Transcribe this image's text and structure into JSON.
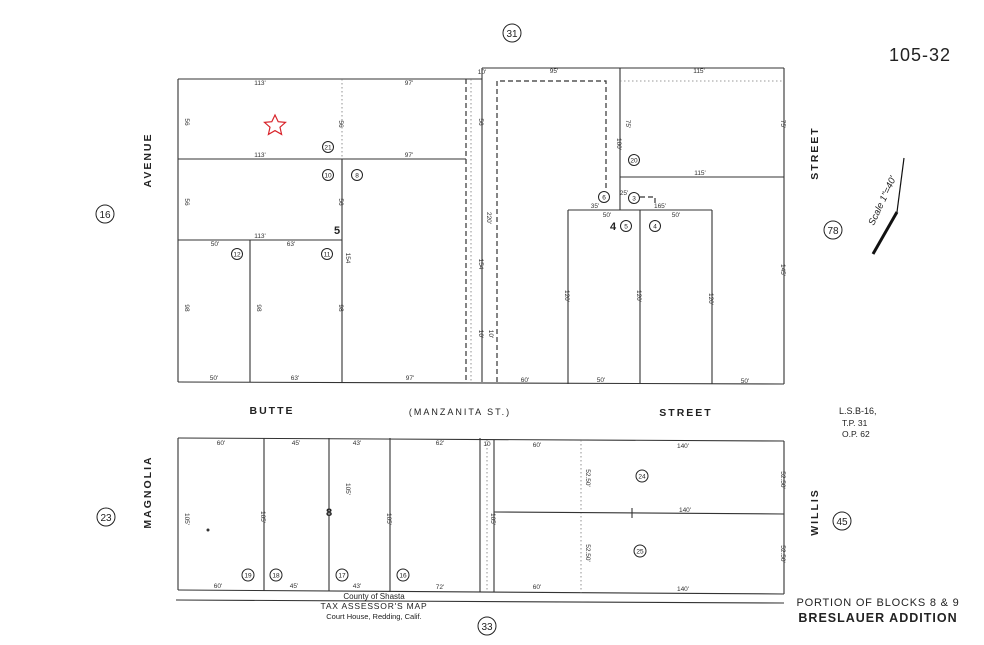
{
  "map_number": "105-32",
  "scale": "Scale 1\"=40'",
  "streets": {
    "magnolia_upper": "AVENUE",
    "magnolia_lower": "MAGNOLIA",
    "willis_upper": "STREET",
    "willis_lower": "WILLIS",
    "butte": "BUTTE",
    "manzanita": "(MANZANITA ST.)",
    "butte_street": "STREET"
  },
  "adjacent_pages": [
    "31",
    "16",
    "78",
    "23",
    "45",
    "33"
  ],
  "block_numbers": [
    "5",
    "4",
    "8"
  ],
  "parcels": [
    "21",
    "10",
    "8",
    "11",
    "12",
    "20",
    "6",
    "3",
    "5",
    "4",
    "24",
    "25",
    "19",
    "18",
    "17",
    "16"
  ],
  "reference_note": [
    "L.S.B-16,",
    "T.P. 31",
    "O.P. 62"
  ],
  "title": [
    "PORTION OF BLOCKS 8 & 9",
    "BRESLAUER ADDITION"
  ],
  "stamp": [
    "County of Shasta",
    "TAX ASSESSOR'S MAP",
    "Court House, Redding, Calif."
  ],
  "dimensions": {
    "top_row": [
      "113'",
      "97'",
      "10'",
      "95'",
      "115'"
    ],
    "row2": [
      "113'",
      "97'",
      "115'"
    ],
    "row3": [
      "113'",
      "50'",
      "63'",
      "35'",
      "50'",
      "165'",
      "50'",
      "25'"
    ],
    "bottom_top_block": [
      "50'",
      "63'",
      "97'",
      "60'",
      "50'",
      "50'"
    ],
    "left_side": [
      "56",
      "56",
      "98"
    ],
    "interior_vertical": [
      "56",
      "56",
      "98",
      "154",
      "98",
      "56",
      "220'",
      "154",
      "10'",
      "10'",
      "100'",
      "75'",
      "75'",
      "145'",
      "120'",
      "120'",
      "120'"
    ],
    "lower_top": [
      "60'",
      "45'",
      "43'",
      "62'",
      "10",
      "60'",
      "140'",
      "140'"
    ],
    "lower_bottom": [
      "60'",
      "45'",
      "43'",
      "72'",
      "60'",
      "140'"
    ],
    "lower_vertical": [
      "105'",
      "105'",
      "105'",
      "105'",
      "105'",
      "52.50'",
      "52.50'",
      "52.50'",
      "52.50'"
    ]
  },
  "colors": {
    "ink": "#222222",
    "star": "#d8232a"
  }
}
